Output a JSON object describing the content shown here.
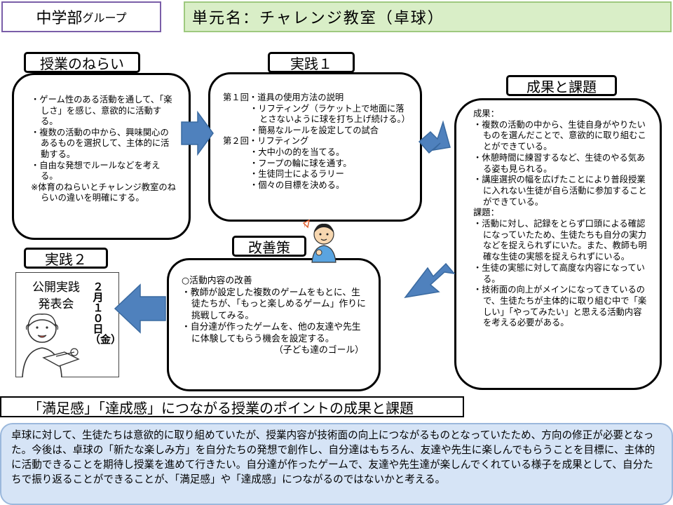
{
  "header": {
    "group_main": "中学部",
    "group_sub": "グループ",
    "unit_title": "単元名：チャレンジ教室（卓球）"
  },
  "aims": {
    "label": "授業のねらい",
    "lines": [
      "・ゲーム性のある活動を通して、「楽しさ」を感じ、意欲的に活動する。",
      "・複数の活動の中から、興味関心のあるものを選択して、主体的に活動する。",
      "・自由な発想でルールなどを考える。",
      "※体育のねらいとチャレンジ教室のねらいの違いを明確にする。"
    ]
  },
  "practice1": {
    "label": "実践１",
    "r1": "第１回・道具の使用方法の説明",
    "r1_items": [
      "・リフティング（ラケット上で地面に落とさないように球を打ち上げ続ける。）",
      "・簡易なルールを設定しての試合"
    ],
    "r2": "第２回・リフティング",
    "r2_items": [
      "・大中小の的を当てる。",
      "・フープの輪に球を通す。",
      "・生徒同士によるラリー",
      "・個々の目標を決める。"
    ]
  },
  "results": {
    "label": "成果と課題",
    "seika_head": "成果：",
    "seika": [
      "・複数の活動の中から、生徒自身がやりたいものを選んだことで、意欲的に取り組むことができている。",
      "・休憩時間に練習するなど、生徒のやる気ある姿も見られる。",
      "・講座選択の幅を広げたことにより普段授業に入れない生徒が自ら活動に参加することができている。"
    ],
    "kadai_head": "課題：",
    "kadai": [
      "・活動に対し、記録をとらず口頭による確認になっていたため、生徒たちも自分の実力などを捉えられずにいた。また、教師も明確な生徒の実態を捉えられずにいる。",
      "・生徒の実態に対して高度な内容になっている。",
      "・技術面の向上がメインになってきているので、生徒たちが主体的に取り組む中で「楽しい」「やってみたい」と思える活動内容を考える必要がある。"
    ]
  },
  "improvement": {
    "label": "改善策",
    "head": "○活動内容の改善",
    "items": [
      "・教師が設定した複数のゲームをもとに、生徒たちが、「もっと楽しめるゲーム」作りに挑戦してみる。",
      "・自分達が作ったゲームを、他の友達や先生に体験してもらう機会を設定する。"
    ],
    "goal": "（子ども達のゴール）"
  },
  "practice2": {
    "label": "実践２",
    "sign_line1": "公開実践",
    "sign_line2": "発表会",
    "date": "２月１０日（金）"
  },
  "bottom": {
    "title": "「満足感」「達成感」につながる授業のポイントの成果と課題",
    "summary": "卓球に対して、生徒たちは意欲的に取り組めていたが、授業内容が技術面の向上につながるものとなっていたため、方向の修正が必要となった。今後は、卓球の「新たな楽しみ方」を自分たちの発想で創作し、自分達はもちろん、友達や先生に楽しんでもらうことを目標に、主体的に活動できることを期待し授業を進めて行きたい。自分達が作ったゲームで、友達や先生達が楽しんでくれている様子を成果として、自分たちで振り返ることができることが、「満足感」や「達成感」につながるのではないかと考える。"
  },
  "colors": {
    "arrow": "#4f81bd",
    "title_bg": "#d9eec7",
    "summary_bg": "#d6e4f6",
    "group_border": "#7a5ea8"
  }
}
